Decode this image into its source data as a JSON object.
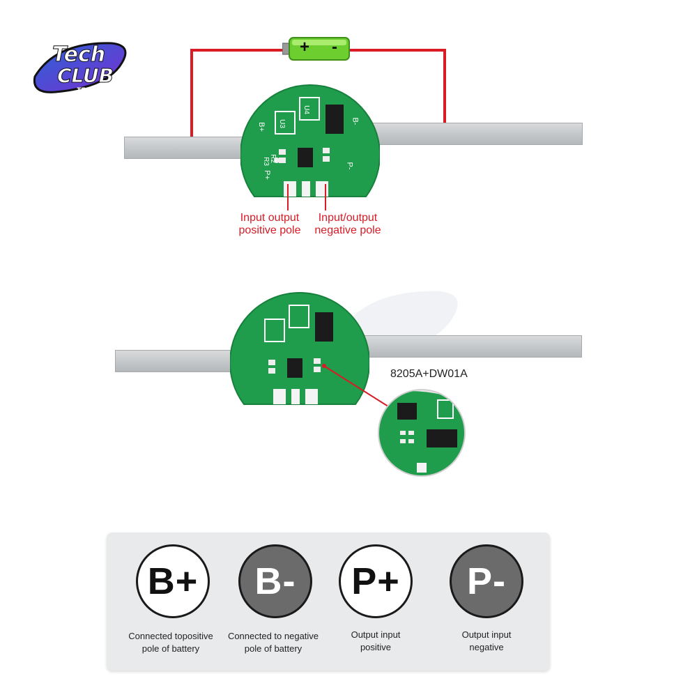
{
  "brand": {
    "logo_line1": "Tech",
    "logo_line2": "CLUB",
    "logo_sub": "TECH CLUB"
  },
  "top_diagram": {
    "pcb_labels": {
      "b_plus": "B+",
      "b_minus": "B-",
      "p_minus": "P-",
      "p_plus": "P+",
      "u3": "U3",
      "u4": "U4",
      "r2": "R2",
      "r3": "R3"
    },
    "callout_left": [
      "Input output",
      "positive pole"
    ],
    "callout_right": [
      "Input/output",
      "negative pole"
    ],
    "battery_plus": "+",
    "battery_minus": "-"
  },
  "bottom_diagram": {
    "chip_label": "8205A+DW01A"
  },
  "legend": {
    "pins": [
      {
        "symbol": "B+",
        "style": "light",
        "caption": [
          "Connected topositive",
          "pole of battery"
        ]
      },
      {
        "symbol": "B-",
        "style": "dark",
        "caption": [
          "Connected to negative",
          "pole of battery"
        ]
      },
      {
        "symbol": "P+",
        "style": "light",
        "caption": [
          "Output input",
          "positive"
        ]
      },
      {
        "symbol": "P-",
        "style": "dark",
        "caption": [
          "Output input",
          "negative"
        ]
      }
    ]
  },
  "colors": {
    "wire": "#d81b25",
    "pcb": "#1f9d4c",
    "battery": "#6ccf2f",
    "panel": "#e9eaeb"
  }
}
